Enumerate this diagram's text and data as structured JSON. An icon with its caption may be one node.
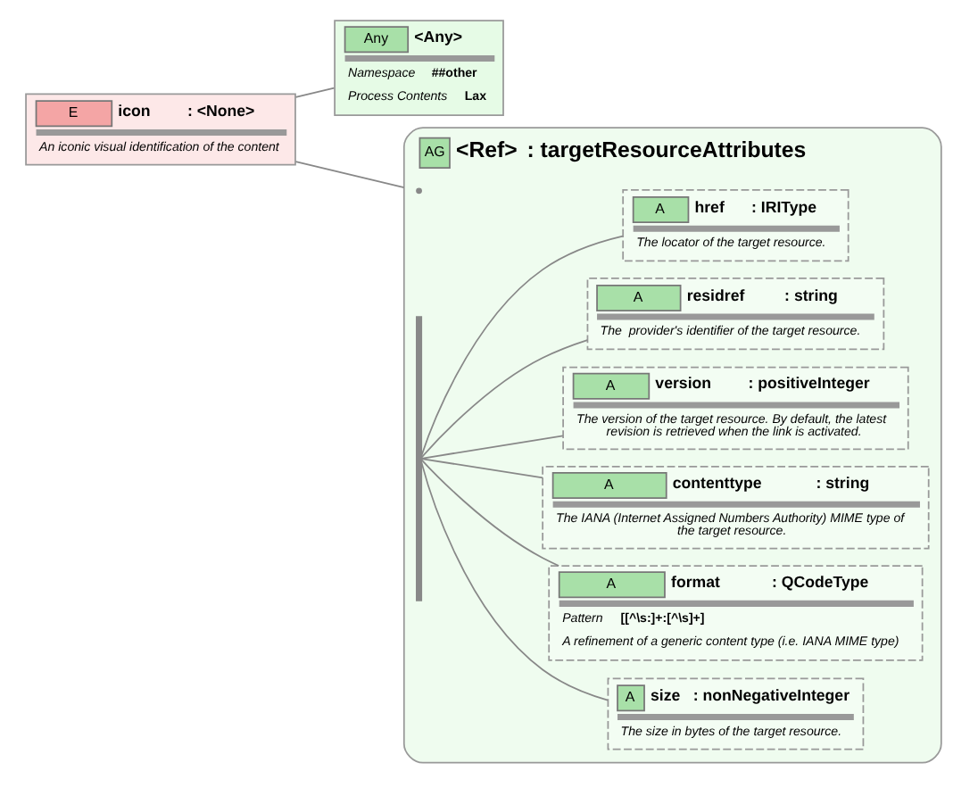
{
  "diagram": {
    "nodes": [
      {
        "text": [
          "E",
          "icon",
          ": <None>",
          "An iconic visual identification of the content"
        ]
      },
      {
        "text": [
          "Any",
          "<Any>",
          "Namespace",
          "##other",
          "Process Contents",
          "Lax"
        ]
      },
      {
        "text": [
          "AG",
          "<Ref>",
          ": targetResourceAttributes"
        ]
      },
      {
        "text": [
          "A",
          "href",
          ": IRIType",
          "The locator of the target resource."
        ],
        "in": 2
      },
      {
        "text": [
          "A",
          "residref",
          ": string",
          "The  provider's identifier of the target resource."
        ],
        "in": 2
      },
      {
        "text": [
          "A",
          "version",
          ": positiveInteger",
          "The version of the target resource. By default, the latest revision is retrieved when the link is activated."
        ],
        "in": 2
      },
      {
        "text": [
          "A",
          "contenttype",
          ": string",
          "The IANA (Internet Assigned Numbers Authority) MIME type of the target resource."
        ],
        "in": 2
      },
      {
        "text": [
          "A",
          "format",
          ": QCodeType",
          "Pattern",
          "[[^\\s:]+:[^\\s]+]",
          "A refinement of a generic content type (i.e. IANA MIME type)"
        ],
        "in": 2
      },
      {
        "text": [
          "A",
          "size",
          ": nonNegativeInteger",
          "The size in bytes of the target resource."
        ],
        "in": 2
      },
      {
        "text": [],
        "shape": "bar",
        "in": 2
      }
    ],
    "edges": [
      {
        "from": 0,
        "to": 1,
        "arrow": "none"
      },
      {
        "from": 0,
        "to": 2,
        "arrow": "none"
      },
      {
        "from": 9,
        "to": 3,
        "arrow": "none"
      },
      {
        "from": 9,
        "to": 4,
        "arrow": "none"
      },
      {
        "from": 9,
        "to": 5,
        "arrow": "none"
      },
      {
        "from": 9,
        "to": 6,
        "arrow": "none"
      },
      {
        "from": 9,
        "to": 7,
        "arrow": "none"
      },
      {
        "from": 9,
        "to": 8,
        "arrow": "none"
      }
    ]
  }
}
